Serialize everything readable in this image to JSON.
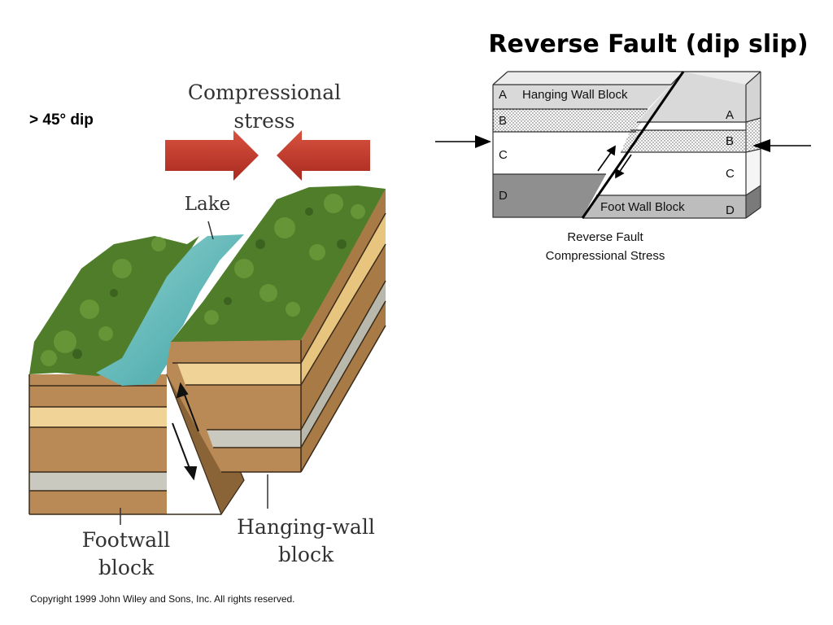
{
  "slide": {
    "title": "Reverse Fault (dip slip)",
    "dip_note": "> 45° dip",
    "copyright": "Copyright 1999 John Wiley and Sons, Inc. All rights reserved."
  },
  "block_diagram": {
    "stress_label_line1": "Compressional",
    "stress_label_line2": "stress",
    "lake_label": "Lake",
    "footwall_line1": "Footwall",
    "footwall_line2": "block",
    "hanging_line1": "Hanging-wall",
    "hanging_line2": "block"
  },
  "schematic": {
    "hanging_wall_label": "Hanging Wall Block",
    "foot_wall_label": "Foot Wall Block",
    "layer_letters": [
      "A",
      "B",
      "C",
      "D"
    ],
    "caption_line1": "Reverse  Fault",
    "caption_line2": "Compressional Stress"
  },
  "colors": {
    "arrow_red": "#c8372a",
    "water": "#5fb7b7",
    "grass": "#4f7d2a",
    "rock_tan": "#b98a55",
    "rock_light": "#e9c98a",
    "rock_gray": "#b8b8ac",
    "schematic_gray": "#8a8a8a",
    "schematic_light": "#d9d9d9"
  }
}
